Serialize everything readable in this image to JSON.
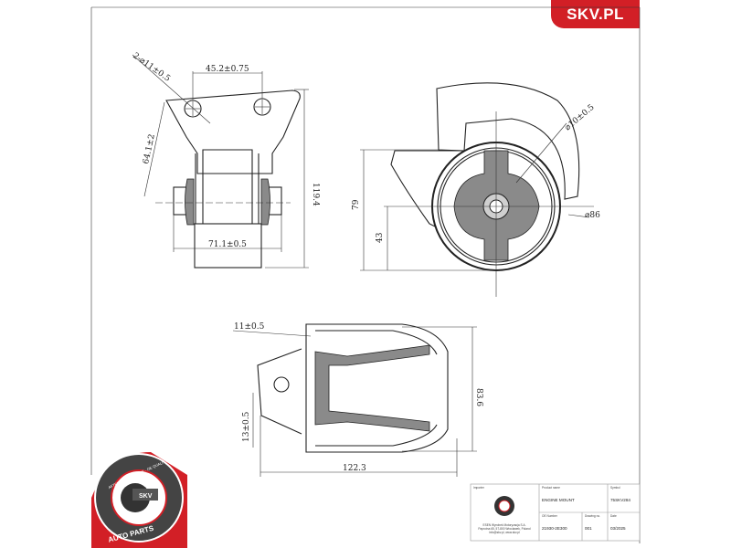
{
  "brand": {
    "logo_text": "SKV.PL",
    "accent": "#d21f26"
  },
  "seal": {
    "top_text": "AFTERMARKET PRICE · OE QUALITY",
    "center": "SKV",
    "bottom_text": "AUTO PARTS"
  },
  "side_view": {
    "hole_dia": "2-⌀11±0.5",
    "hole_spacing": "45.2±0.75",
    "slant": "64.1±2",
    "height": "119.4",
    "width": "71.1±0.5"
  },
  "front_view": {
    "bore_dia": "⌀10±0.5",
    "outer_dia": "⌀86",
    "height_total": "79",
    "height_center": "43"
  },
  "bottom_view": {
    "flange": "11±0.5",
    "hole": "13±0.5",
    "height": "83.6",
    "length": "122.3"
  },
  "title_block": {
    "importer_label": "Importer",
    "importer_lines": [
      "ESEN Wyrobek Motoryzacja S.A.",
      "Paprotna 65, 57-800 Wroclawek, Poland",
      "info@skv.pl, www.skv.pl"
    ],
    "product_label": "Product name",
    "product": "ENGINE MOUNT",
    "symbol_label": "Symbol",
    "symbol": "75SKV284",
    "oe_label": "OE Number",
    "oe": "21930-2E300",
    "drawing_label": "Drawing no.",
    "drawing": "001",
    "date_label": "Date",
    "date": "03/2025"
  }
}
